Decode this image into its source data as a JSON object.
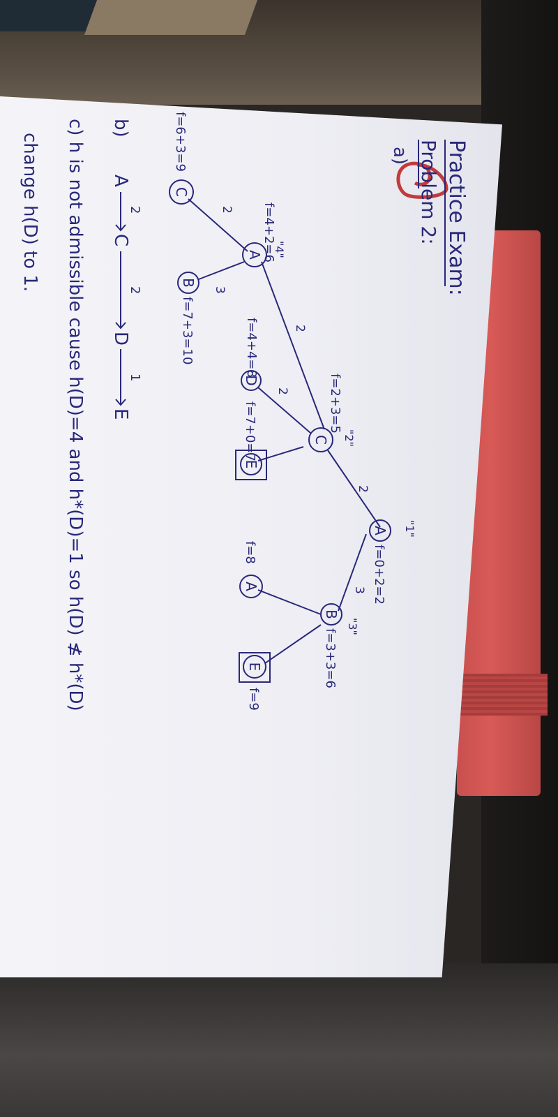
{
  "colors": {
    "ink": "#28287a",
    "paper": "#f2f2f7",
    "book": "#d35553",
    "clip": "#c23b3b"
  },
  "heading": {
    "title": "Practice Exam:",
    "problem": "Problem 2:",
    "part_a": "a)"
  },
  "tree": {
    "root": {
      "label": "A",
      "f": "f=0+2=2",
      "order": "\"1\""
    },
    "level1": [
      {
        "label": "C",
        "f": "f=2+3=5",
        "order": "\"2\"",
        "edge": "2"
      },
      {
        "label": "B",
        "f": "f=3+3=6",
        "order": "\"3\"",
        "edge": "3"
      }
    ],
    "under_c": [
      {
        "label": "A",
        "f": "f=4+2=6",
        "order": "\"4\"",
        "edge": "2"
      },
      {
        "label": "D",
        "f": "f=4+4=8",
        "edge": "2"
      },
      {
        "label": "E",
        "f": "f=7+0=7",
        "edge": ""
      }
    ],
    "under_b": [
      {
        "label": "A",
        "f": "f=8"
      },
      {
        "label": "E",
        "f": "f=9"
      }
    ],
    "under_a2": [
      {
        "label": "C",
        "f": "f=6+3=9",
        "edge": "2"
      },
      {
        "label": "B",
        "f": "f=7+3=10",
        "edge": "3"
      }
    ]
  },
  "answers": {
    "b_label": "b)",
    "b_path": [
      "A",
      "C",
      "D",
      "E"
    ],
    "b_costs": [
      "2",
      "2",
      "1"
    ],
    "c_line1": "c) h is not admissible cause h(D)=4 and h*(D)=1 so h(D) ≰ h*(D)",
    "c_line2": "change h(D) to 1."
  }
}
